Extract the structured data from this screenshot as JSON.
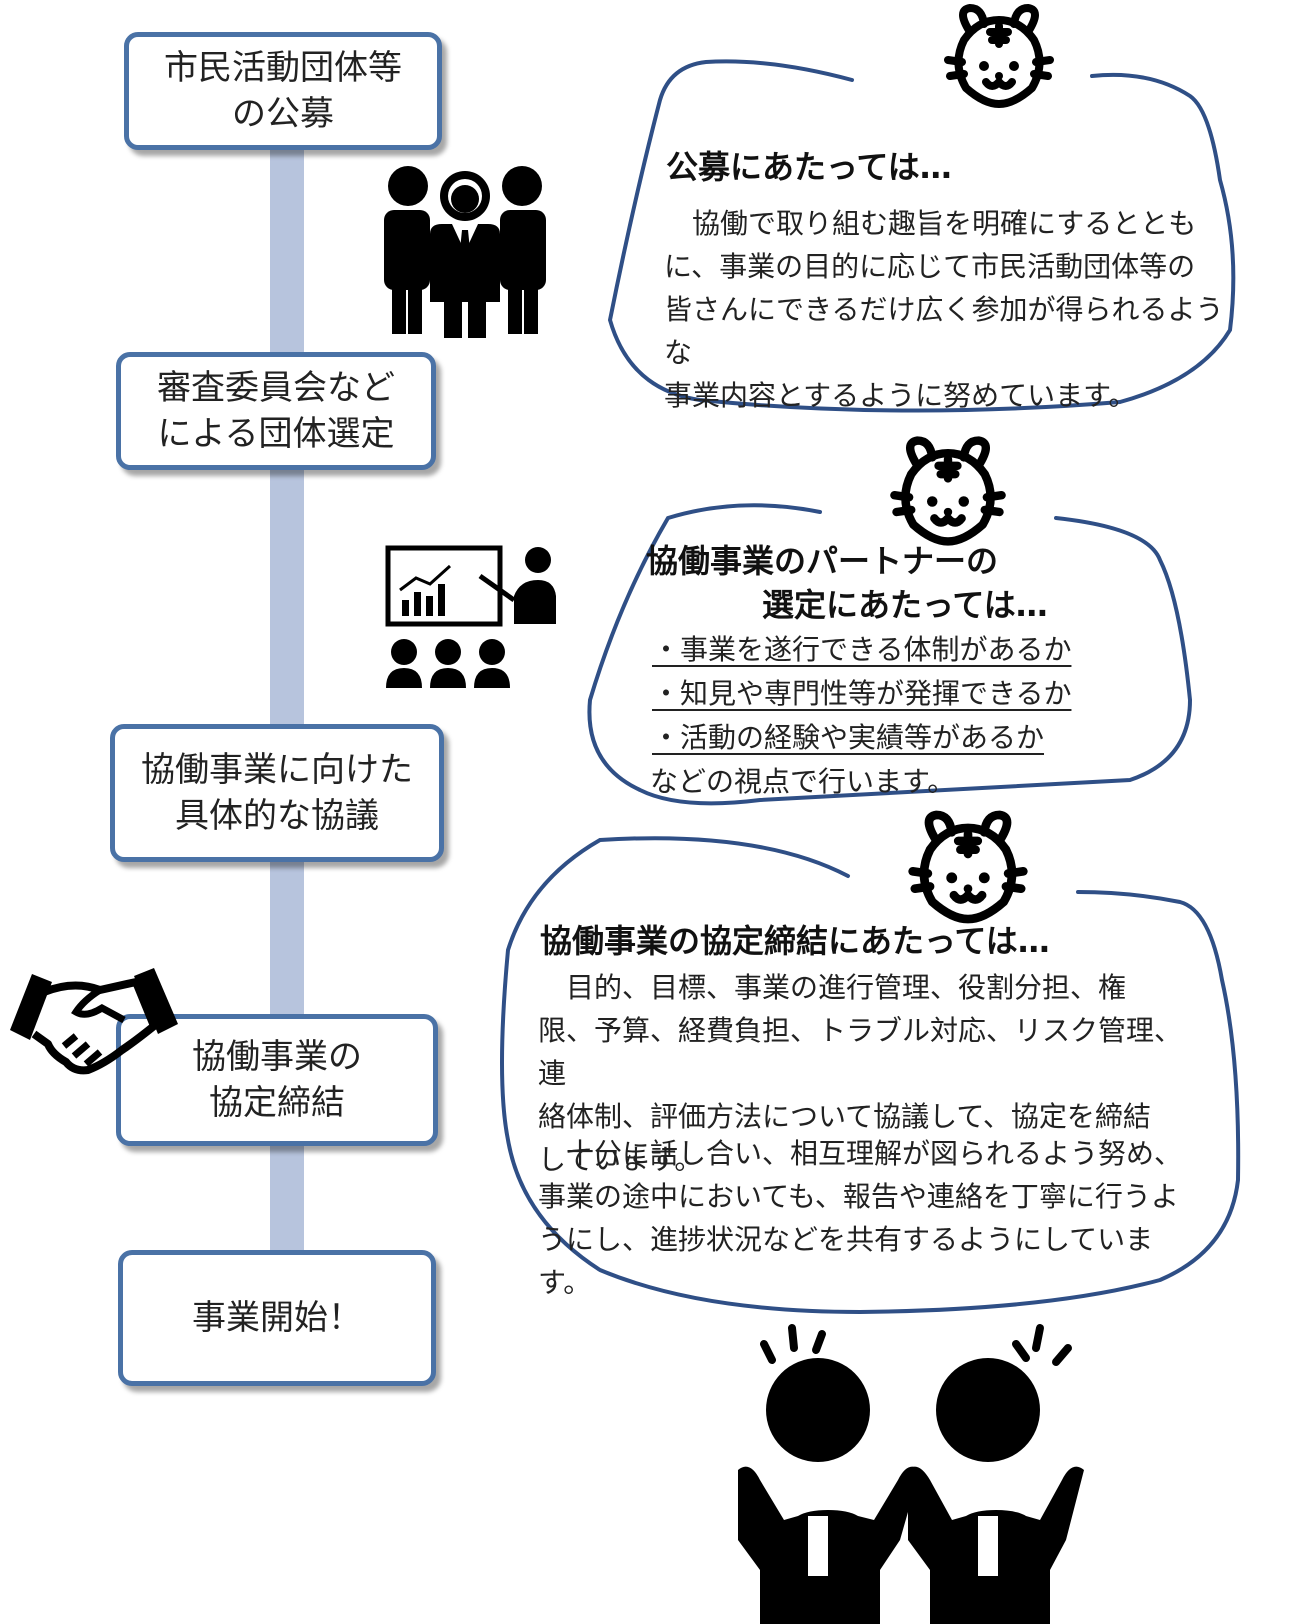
{
  "flow_steps": [
    {
      "label": "市民活動団体等\nの公募"
    },
    {
      "label": "審査委員会など\nによる団体選定"
    },
    {
      "label": "協働事業に向けた\n具体的な協議"
    },
    {
      "label": "協働事業の\n協定締結"
    },
    {
      "label": "事業開始！"
    }
  ],
  "bubbles": [
    {
      "title": "公募にあたっては…",
      "body": "　協働で取り組む趣旨を明確にするととも\nに、事業の目的に応じて市民活動団体等の\n皆さんにできるだけ広く参加が得られるような\n事業内容とするように努めています。"
    },
    {
      "title_line1": "協働事業のパートナーの",
      "title_line2": "選定にあたっては…",
      "bullets": [
        "・事業を遂行できる体制があるか",
        "・知見や専門性等が発揮できるか",
        "・活動の経験や実績等があるか"
      ],
      "footer": "などの視点で行います。"
    },
    {
      "title": "協働事業の協定締結にあたっては…",
      "body1": "　目的、目標、事業の進行管理、役割分担、権\n限、予算、経費負担、トラブル対応、リスク管理、連\n絡体制、評価方法について協議して、協定を締結\nしています。",
      "body2": "　十分に話し合い、相互理解が図られるよう努め、\n事業の途中においても、報告や連絡を丁寧に行うよ\nうにし、進捗状況などを共有するようにしています。"
    }
  ],
  "icons": [
    "group-of-people-icon",
    "presentation-icon",
    "handshake-icon",
    "tiger-face-icon",
    "cheering-people-icon"
  ],
  "colors": {
    "accent": "#4a72a6",
    "line": "#b7c4dd",
    "bubble_stroke": "#2f4f86"
  }
}
